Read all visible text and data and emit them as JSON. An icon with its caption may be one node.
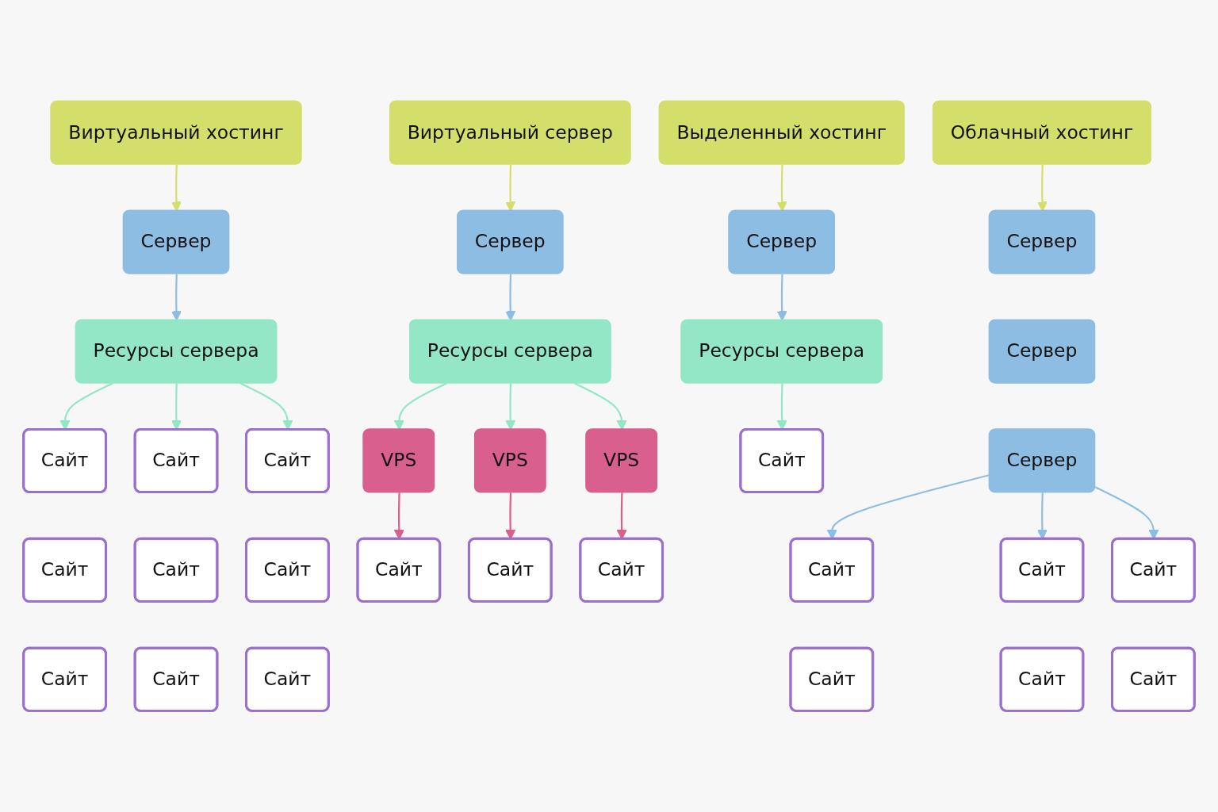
{
  "diagram": {
    "nodes": [
      {
        "text": [
          "Виртуальный хостинг"
        ]
      },
      {
        "text": [
          "Сервер"
        ]
      },
      {
        "text": [
          "Ресурсы сервера"
        ]
      },
      {
        "text": [
          "Сайт"
        ]
      },
      {
        "text": [
          "Сайт"
        ]
      },
      {
        "text": [
          "Сайт"
        ]
      },
      {
        "text": [
          "Сайт"
        ]
      },
      {
        "text": [
          "Сайт"
        ]
      },
      {
        "text": [
          "Сайт"
        ]
      },
      {
        "text": [
          "Сайт"
        ]
      },
      {
        "text": [
          "Сайт"
        ]
      },
      {
        "text": [
          "Сайт"
        ]
      },
      {
        "text": [
          "Виртуальный сервер"
        ]
      },
      {
        "text": [
          "Сервер"
        ]
      },
      {
        "text": [
          "Ресурсы сервера"
        ]
      },
      {
        "text": [
          "VPS"
        ]
      },
      {
        "text": [
          "VPS"
        ]
      },
      {
        "text": [
          "VPS"
        ]
      },
      {
        "text": [
          "Сайт"
        ]
      },
      {
        "text": [
          "Сайт"
        ]
      },
      {
        "text": [
          "Сайт"
        ]
      },
      {
        "text": [
          "Выделенный хостинг"
        ]
      },
      {
        "text": [
          "Сервер"
        ]
      },
      {
        "text": [
          "Ресурсы сервера"
        ]
      },
      {
        "text": [
          "Сайт"
        ]
      },
      {
        "text": [
          "Облачный хостинг"
        ]
      },
      {
        "text": [
          "Сервер"
        ]
      },
      {
        "text": [
          "Сервер"
        ]
      },
      {
        "text": [
          "Сервер"
        ]
      },
      {
        "text": [
          "Сайт"
        ]
      },
      {
        "text": [
          "Сайт"
        ]
      },
      {
        "text": [
          "Сайт"
        ]
      },
      {
        "text": [
          "Сайт"
        ]
      },
      {
        "text": [
          "Сайт"
        ]
      },
      {
        "text": [
          "Сайт"
        ]
      }
    ],
    "edges": [
      {
        "from": 0,
        "to": 1,
        "arrow": "to",
        "color": "#d4de6a"
      },
      {
        "from": 1,
        "to": 2,
        "arrow": "to",
        "color": "#8dbde3"
      },
      {
        "from": 2,
        "to": 3,
        "arrow": "to"
      },
      {
        "from": 2,
        "to": 4,
        "arrow": "to"
      },
      {
        "from": 2,
        "to": 5,
        "arrow": "to"
      },
      {
        "from": 12,
        "to": 13,
        "arrow": "to",
        "color": "#d4de6a"
      },
      {
        "from": 13,
        "to": 14,
        "arrow": "to",
        "color": "#8dbde3"
      },
      {
        "from": 14,
        "to": 15,
        "arrow": "to"
      },
      {
        "from": 14,
        "to": 16,
        "arrow": "to"
      },
      {
        "from": 14,
        "to": 17,
        "arrow": "to"
      },
      {
        "from": 15,
        "to": 18,
        "arrow": "to",
        "color": "#d95f8e"
      },
      {
        "from": 16,
        "to": 19,
        "arrow": "to",
        "color": "#d95f8e"
      },
      {
        "from": 17,
        "to": 20,
        "arrow": "to",
        "color": "#d95f8e"
      },
      {
        "from": 21,
        "to": 22,
        "arrow": "to",
        "color": "#d4de6a"
      },
      {
        "from": 22,
        "to": 23,
        "arrow": "to",
        "color": "#8dbde3"
      },
      {
        "from": 23,
        "to": 24,
        "arrow": "to"
      },
      {
        "from": 25,
        "to": 26,
        "arrow": "to",
        "color": "#d4de6a"
      },
      {
        "from": 28,
        "to": 29,
        "arrow": "to",
        "color": "#8dbde3"
      },
      {
        "from": 28,
        "to": 30,
        "arrow": "to",
        "color": "#8dbde3"
      },
      {
        "from": 28,
        "to": 31,
        "arrow": "to",
        "color": "#8dbde3"
      }
    ]
  }
}
